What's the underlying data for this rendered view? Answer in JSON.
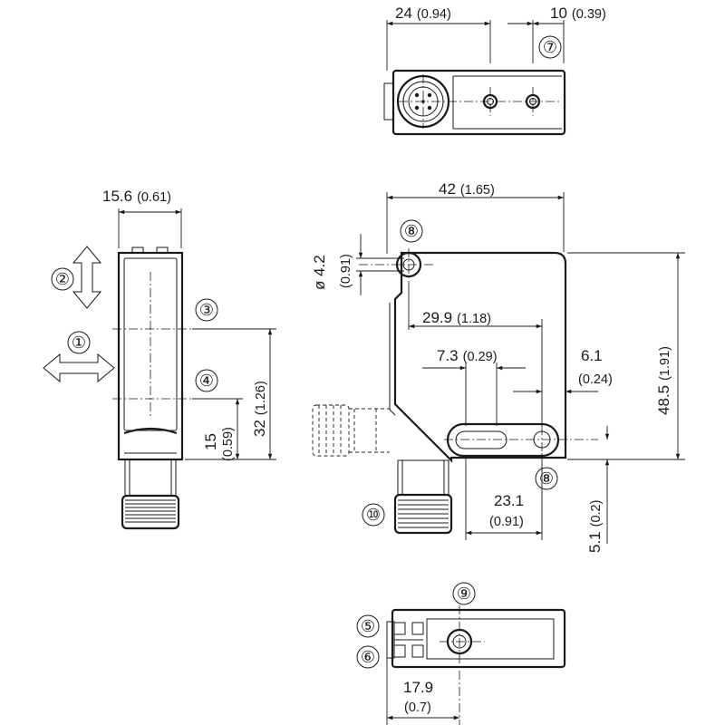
{
  "dimensions": {
    "top_width": {
      "value": "24",
      "alt": "(0.94)"
    },
    "top_offset": {
      "value": "10",
      "alt": "(0.39)"
    },
    "side_width": {
      "value": "15.6",
      "alt": "(0.61)"
    },
    "front_width": {
      "value": "42",
      "alt": "(1.65)"
    },
    "hole_dia": {
      "value": "ø 4.2",
      "alt": "(0.91)"
    },
    "hole_spacing": {
      "value": "29.9",
      "alt": "(1.18)"
    },
    "slot_length": {
      "value": "7.3",
      "alt": "(0.29)"
    },
    "edge_offset": {
      "value": "6.1",
      "alt": "(0.24)"
    },
    "height": {
      "value": "48.5",
      "alt": "(1.91)"
    },
    "axis_height": {
      "value": "32",
      "alt": "(1.26)"
    },
    "axis_low": {
      "value": "15",
      "alt": "(0.59)"
    },
    "bottom_hole": {
      "value": "23.1",
      "alt": "(0.91)"
    },
    "bottom_offset": {
      "value": "5.1",
      "alt": "(0.2)"
    },
    "bottom_width": {
      "value": "17.9",
      "alt": "(0.7)"
    }
  },
  "callouts": {
    "c1": "①",
    "c2": "②",
    "c3": "③",
    "c4": "④",
    "c5": "⑤",
    "c6": "⑥",
    "c7": "⑦",
    "c8a": "⑧",
    "c8b": "⑧",
    "c9": "⑨",
    "c10": "⑩"
  }
}
